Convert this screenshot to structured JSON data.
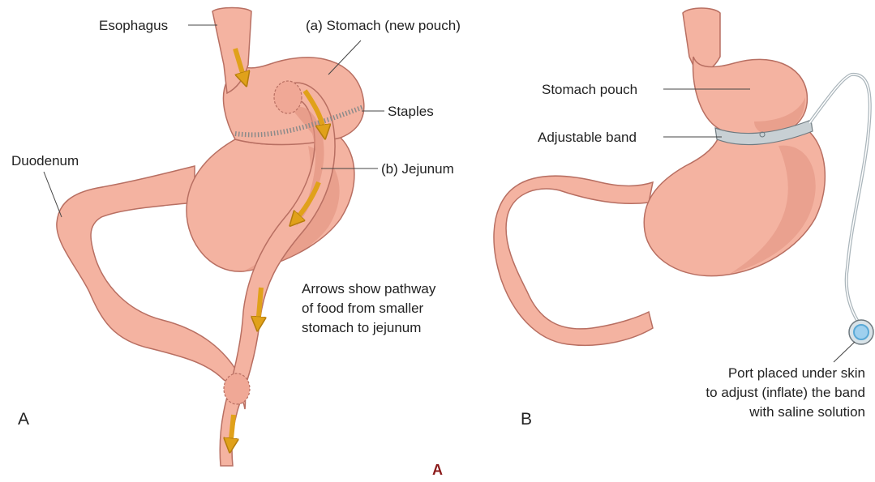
{
  "colors": {
    "tissue": "#f4b3a1",
    "tissue_shadow": "#e08f7d",
    "outline": "#b86f62",
    "arrow": "#e0a11a",
    "staples": "#8a8a8a",
    "band": "#c8d0d4",
    "tube": "#aab5bb",
    "port_ring": "#5aa9d6",
    "caption": "#8b1a1a"
  },
  "panel_a": {
    "letter": "A",
    "labels": {
      "esophagus": "Esophagus",
      "stomach_new_pouch": "(a) Stomach (new pouch)",
      "staples": "Staples",
      "duodenum": "Duodenum",
      "jejunum": "(b) Jejunum",
      "arrows_line1": "Arrows show pathway",
      "arrows_line2": "of food from smaller",
      "arrows_line3": "stomach to jejunum"
    }
  },
  "panel_b": {
    "letter": "B",
    "labels": {
      "stomach_pouch": "Stomach pouch",
      "adjustable_band": "Adjustable band",
      "port_line1": "Port placed under skin",
      "port_line2": "to adjust (inflate) the band",
      "port_line3": "with saline solution"
    }
  },
  "caption": "A"
}
